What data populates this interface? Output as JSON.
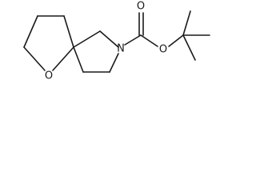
{
  "molecule": {
    "atoms": {
      "ring_nitrogen": "N",
      "carbonyl_oxygen": "O",
      "ester_oxygen": "O",
      "ether_oxygen": "O"
    }
  }
}
